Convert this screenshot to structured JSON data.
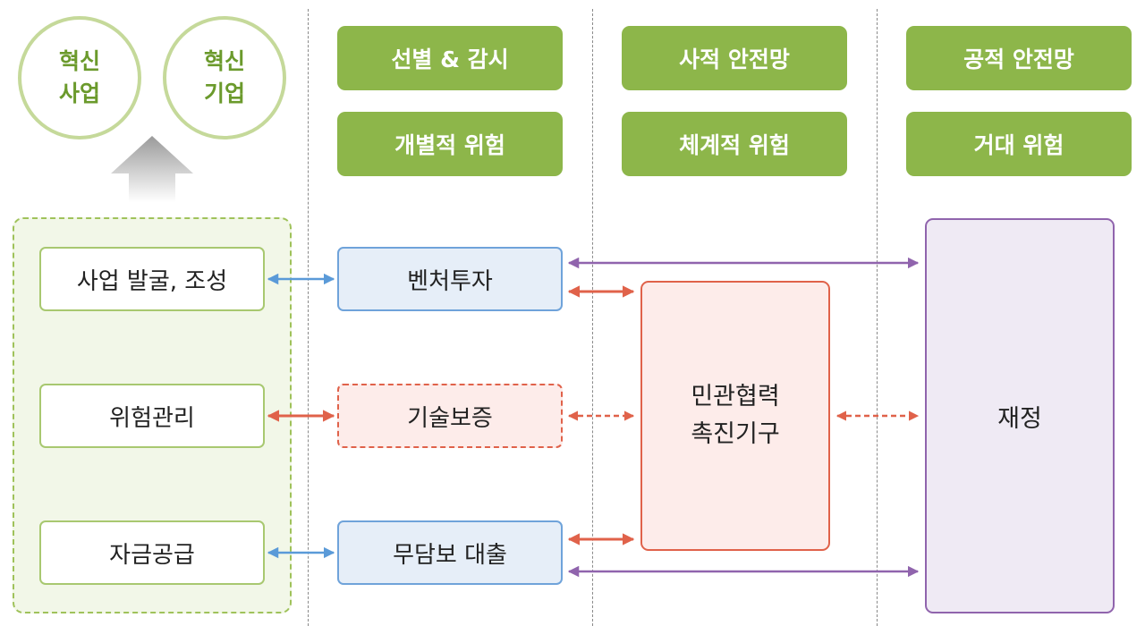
{
  "innovation": {
    "business": "혁신\n사업",
    "company": "혁신\n기업"
  },
  "columns": [
    {
      "header": "선별 & 감시",
      "risk": "개별적 위험"
    },
    {
      "header": "사적 안전망",
      "risk": "체계적 위험"
    },
    {
      "header": "공적 안전망",
      "risk": "거대 위험"
    }
  ],
  "functions": [
    "사업 발굴, 조성",
    "위험관리",
    "자금공급"
  ],
  "instruments": {
    "venture": "벤처투자",
    "tech_guarantee": "기술보증",
    "unsecured_loan": "무담보 대출"
  },
  "ppp": "민관협력\n촉진기구",
  "fiscal": "재정",
  "colors": {
    "header_green": "#8db64a",
    "circle_border": "#c5d99a",
    "circle_text": "#6b9a2c",
    "blue_arrow": "#5a9ad8",
    "red_arrow": "#e0624a",
    "purple_arrow": "#9064ad",
    "panel_fill": "#f2f7e8"
  }
}
